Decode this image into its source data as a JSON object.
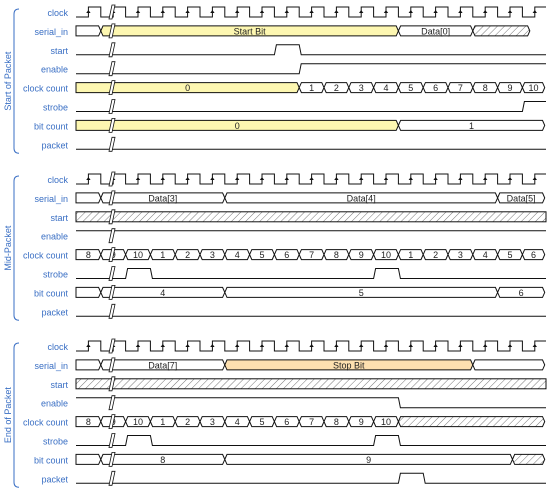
{
  "colors": {
    "label": "#3a6fc4",
    "bracket": "#3a6fc4",
    "yellow": "#fdf7b1",
    "orange": "#fde0b0",
    "line": "#111111"
  },
  "groups": [
    {
      "title": "Start of Packet",
      "signals": [
        {
          "name": "clock",
          "type": "clock",
          "startHigh": false
        },
        {
          "name": "serial_in",
          "type": "bus",
          "segments": [
            {
              "from": 0,
              "to": 1.0,
              "label": "",
              "fill": "none"
            },
            {
              "from": 1.0,
              "to": 13.0,
              "label": "Start Bit",
              "fill": "yellow"
            },
            {
              "from": 13.0,
              "to": 16.0,
              "label": "Data[0]",
              "fill": "none"
            },
            {
              "from": 16.0,
              "to": 18.3,
              "label": "",
              "fill": "hatch"
            }
          ]
        },
        {
          "name": "start",
          "type": "digital",
          "level": 0,
          "edges": [
            8.0,
            9.0
          ]
        },
        {
          "name": "enable",
          "type": "digital",
          "level": 0,
          "edges": [
            9.0
          ]
        },
        {
          "name": "clock count",
          "type": "bus",
          "segments": [
            {
              "from": 0,
              "to": 9.0,
              "label": "0",
              "fill": "yellow"
            },
            {
              "from": 9.0,
              "to": 10.0,
              "label": "1",
              "fill": "none"
            },
            {
              "from": 10.0,
              "to": 11.0,
              "label": "2",
              "fill": "none"
            },
            {
              "from": 11.0,
              "to": 12.0,
              "label": "3",
              "fill": "none"
            },
            {
              "from": 12.0,
              "to": 13.0,
              "label": "4",
              "fill": "none"
            },
            {
              "from": 13.0,
              "to": 14.0,
              "label": "5",
              "fill": "none"
            },
            {
              "from": 14.0,
              "to": 15.0,
              "label": "6",
              "fill": "none"
            },
            {
              "from": 15.0,
              "to": 16.0,
              "label": "7",
              "fill": "none"
            },
            {
              "from": 16.0,
              "to": 17.0,
              "label": "8",
              "fill": "none"
            },
            {
              "from": 17.0,
              "to": 18.0,
              "label": "9",
              "fill": "none"
            },
            {
              "from": 18.0,
              "to": 18.9,
              "label": "10",
              "fill": "none"
            }
          ]
        },
        {
          "name": "strobe",
          "type": "digital",
          "level": 0,
          "edges": [
            18.0
          ]
        },
        {
          "name": "bit count",
          "type": "bus",
          "segments": [
            {
              "from": 0,
              "to": 13.0,
              "label": "0",
              "fill": "yellow"
            },
            {
              "from": 13.0,
              "to": 18.9,
              "label": "1",
              "fill": "none"
            }
          ]
        },
        {
          "name": "packet",
          "type": "digital",
          "level": 0,
          "edges": []
        }
      ]
    },
    {
      "title": "Mid-Packet",
      "signals": [
        {
          "name": "clock",
          "type": "clock",
          "startHigh": false
        },
        {
          "name": "serial_in",
          "type": "bus",
          "segments": [
            {
              "from": 0,
              "to": 1.0,
              "label": "",
              "fill": "none"
            },
            {
              "from": 1.0,
              "to": 6.0,
              "label": "Data[3]",
              "fill": "none"
            },
            {
              "from": 6.0,
              "to": 17.0,
              "label": "Data[4]",
              "fill": "none"
            },
            {
              "from": 17.0,
              "to": 18.9,
              "label": "Data[5]",
              "fill": "none"
            }
          ]
        },
        {
          "name": "start",
          "type": "hatch"
        },
        {
          "name": "enable",
          "type": "digital",
          "level": 1,
          "edges": []
        },
        {
          "name": "clock count",
          "type": "bus",
          "segments": [
            {
              "from": -0.3,
              "to": 1.0,
              "label": "8",
              "fill": "none"
            },
            {
              "from": 1.0,
              "to": 2.0,
              "label": "9",
              "fill": "none"
            },
            {
              "from": 2.0,
              "to": 3.0,
              "label": "10",
              "fill": "none"
            },
            {
              "from": 3.0,
              "to": 4.0,
              "label": "1",
              "fill": "none"
            },
            {
              "from": 4.0,
              "to": 5.0,
              "label": "2",
              "fill": "none"
            },
            {
              "from": 5.0,
              "to": 6.0,
              "label": "3",
              "fill": "none"
            },
            {
              "from": 6.0,
              "to": 7.0,
              "label": "4",
              "fill": "none"
            },
            {
              "from": 7.0,
              "to": 8.0,
              "label": "5",
              "fill": "none"
            },
            {
              "from": 8.0,
              "to": 9.0,
              "label": "6",
              "fill": "none"
            },
            {
              "from": 9.0,
              "to": 10.0,
              "label": "7",
              "fill": "none"
            },
            {
              "from": 10.0,
              "to": 11.0,
              "label": "8",
              "fill": "none"
            },
            {
              "from": 11.0,
              "to": 12.0,
              "label": "9",
              "fill": "none"
            },
            {
              "from": 12.0,
              "to": 13.0,
              "label": "10",
              "fill": "none"
            },
            {
              "from": 13.0,
              "to": 14.0,
              "label": "1",
              "fill": "none"
            },
            {
              "from": 14.0,
              "to": 15.0,
              "label": "2",
              "fill": "none"
            },
            {
              "from": 15.0,
              "to": 16.0,
              "label": "3",
              "fill": "none"
            },
            {
              "from": 16.0,
              "to": 17.0,
              "label": "4",
              "fill": "none"
            },
            {
              "from": 17.0,
              "to": 18.0,
              "label": "5",
              "fill": "none"
            },
            {
              "from": 18.0,
              "to": 18.9,
              "label": "6",
              "fill": "none"
            }
          ]
        },
        {
          "name": "strobe",
          "type": "digital",
          "level": 0,
          "edges": [
            2.0,
            3.0,
            12.0,
            13.0
          ]
        },
        {
          "name": "bit count",
          "type": "bus",
          "segments": [
            {
              "from": 0,
              "to": 1.0,
              "label": "",
              "fill": "none"
            },
            {
              "from": 1.0,
              "to": 6.0,
              "label": "4",
              "fill": "none"
            },
            {
              "from": 6.0,
              "to": 17.0,
              "label": "5",
              "fill": "none"
            },
            {
              "from": 17.0,
              "to": 18.9,
              "label": "6",
              "fill": "none"
            }
          ]
        },
        {
          "name": "packet",
          "type": "digital",
          "level": 0,
          "edges": []
        }
      ]
    },
    {
      "title": "End of Packet",
      "signals": [
        {
          "name": "clock",
          "type": "clock",
          "startHigh": false
        },
        {
          "name": "serial_in",
          "type": "bus",
          "segments": [
            {
              "from": 0,
              "to": 1.0,
              "label": "",
              "fill": "none"
            },
            {
              "from": 1.0,
              "to": 6.0,
              "label": "Data[7]",
              "fill": "none"
            },
            {
              "from": 6.0,
              "to": 16.0,
              "label": "Stop Bit",
              "fill": "orange"
            },
            {
              "from": 16.0,
              "to": 18.9,
              "label": "",
              "fill": "none"
            }
          ]
        },
        {
          "name": "start",
          "type": "hatch"
        },
        {
          "name": "enable",
          "type": "digital",
          "level": 1,
          "edges": [
            13.0
          ]
        },
        {
          "name": "clock count",
          "type": "bus",
          "segments": [
            {
              "from": -0.3,
              "to": 1.0,
              "label": "8",
              "fill": "none"
            },
            {
              "from": 1.0,
              "to": 2.0,
              "label": "9",
              "fill": "none"
            },
            {
              "from": 2.0,
              "to": 3.0,
              "label": "10",
              "fill": "none"
            },
            {
              "from": 3.0,
              "to": 4.0,
              "label": "1",
              "fill": "none"
            },
            {
              "from": 4.0,
              "to": 5.0,
              "label": "2",
              "fill": "none"
            },
            {
              "from": 5.0,
              "to": 6.0,
              "label": "3",
              "fill": "none"
            },
            {
              "from": 6.0,
              "to": 7.0,
              "label": "4",
              "fill": "none"
            },
            {
              "from": 7.0,
              "to": 8.0,
              "label": "5",
              "fill": "none"
            },
            {
              "from": 8.0,
              "to": 9.0,
              "label": "6",
              "fill": "none"
            },
            {
              "from": 9.0,
              "to": 10.0,
              "label": "7",
              "fill": "none"
            },
            {
              "from": 10.0,
              "to": 11.0,
              "label": "8",
              "fill": "none"
            },
            {
              "from": 11.0,
              "to": 12.0,
              "label": "9",
              "fill": "none"
            },
            {
              "from": 12.0,
              "to": 13.0,
              "label": "10",
              "fill": "none"
            },
            {
              "from": 13.0,
              "to": 18.9,
              "label": "",
              "fill": "hatch"
            }
          ]
        },
        {
          "name": "strobe",
          "type": "digital",
          "level": 0,
          "edges": [
            2.0,
            3.0,
            12.0,
            13.0
          ]
        },
        {
          "name": "bit count",
          "type": "bus",
          "segments": [
            {
              "from": 0,
              "to": 1.0,
              "label": "",
              "fill": "none"
            },
            {
              "from": 1.0,
              "to": 6.0,
              "label": "8",
              "fill": "none"
            },
            {
              "from": 6.0,
              "to": 17.6,
              "label": "9",
              "fill": "none"
            },
            {
              "from": 17.6,
              "to": 18.9,
              "label": "",
              "fill": "hatch"
            }
          ]
        },
        {
          "name": "packet",
          "type": "digital",
          "level": 0,
          "edges": [
            13.0,
            14.0
          ]
        }
      ]
    }
  ]
}
